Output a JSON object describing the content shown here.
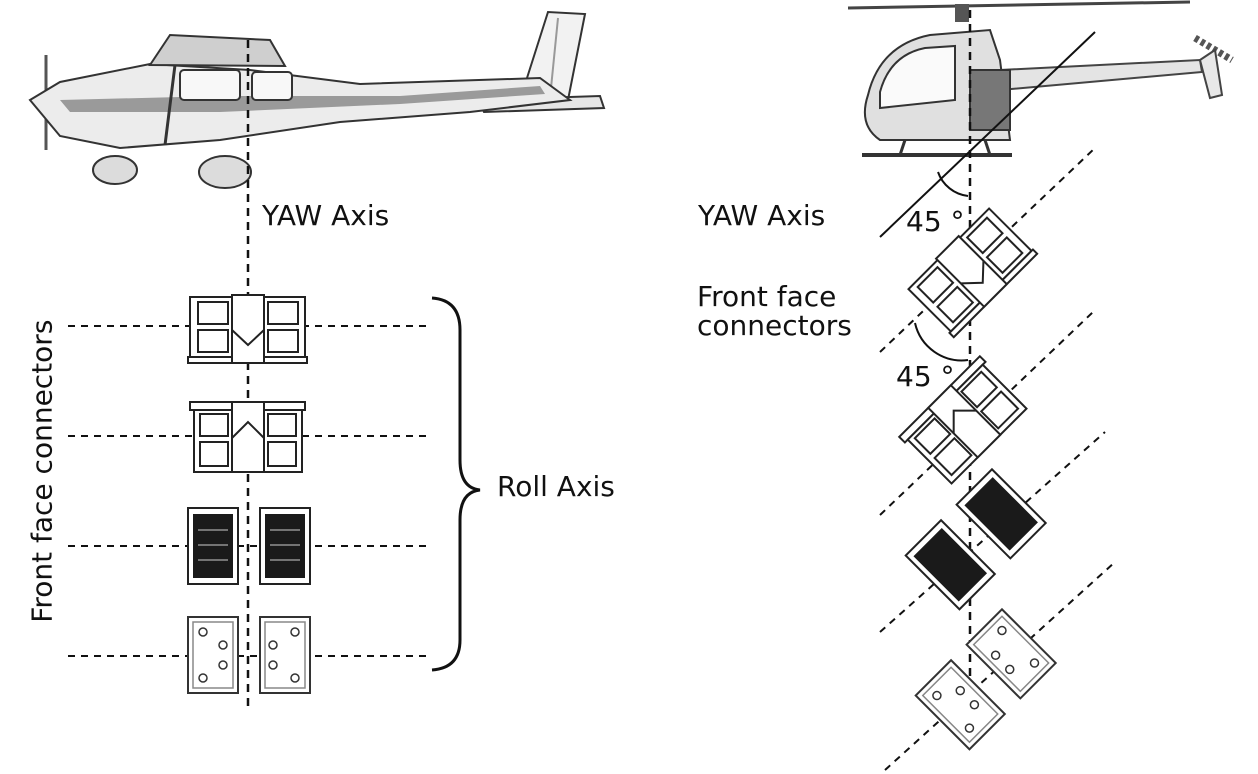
{
  "airplane": {
    "yaw_axis_label": "YAW Axis",
    "roll_axis_label": "Roll Axis",
    "front_face_connectors_label": "Front face connectors"
  },
  "helicopter": {
    "yaw_axis_label": "YAW Axis",
    "front_face_connectors_label": "Front face\nconnectors",
    "angle_top_label": "45 °",
    "angle_mid_label": "45 °"
  },
  "colors": {
    "line": "#111111",
    "fuselage_gray": "#9a9a9a",
    "light_gray": "#d8d8d8",
    "dark_box": "#1a1a1a"
  }
}
